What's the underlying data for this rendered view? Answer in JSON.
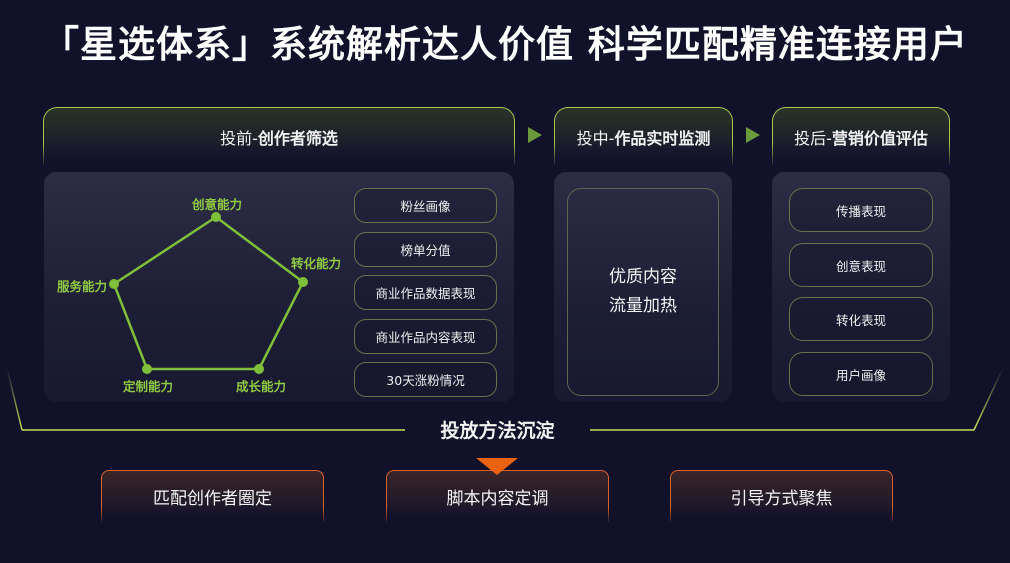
{
  "title": "「星选体系」系统解析达人价值  科学匹配精准连接用户",
  "stages": [
    {
      "prefix": "投前-",
      "name": "创作者筛选",
      "radar": {
        "labels": [
          "创意能力",
          "转化能力",
          "成长能力",
          "定制能力",
          "服务能力"
        ]
      },
      "items": [
        "粉丝画像",
        "榜单分值",
        "商业作品数据表现",
        "商业作品内容表现",
        "30天涨粉情况"
      ]
    },
    {
      "prefix": "投中-",
      "name": "作品实时监测",
      "lines": [
        "优质内容",
        "流量加热"
      ]
    },
    {
      "prefix": "投后-",
      "name": "营销价值评估",
      "items": [
        "传播表现",
        "创意表现",
        "转化表现",
        "用户画像"
      ]
    }
  ],
  "bracket_label": "投放方法沉淀",
  "outcomes": [
    "匹配创作者圈定",
    "脚本内容定调",
    "引导方式聚焦"
  ],
  "colors": {
    "background": "#11112a",
    "accent_green": "#8fc843",
    "header_border": "#a6c94a",
    "accent_orange": "#e8620f"
  }
}
